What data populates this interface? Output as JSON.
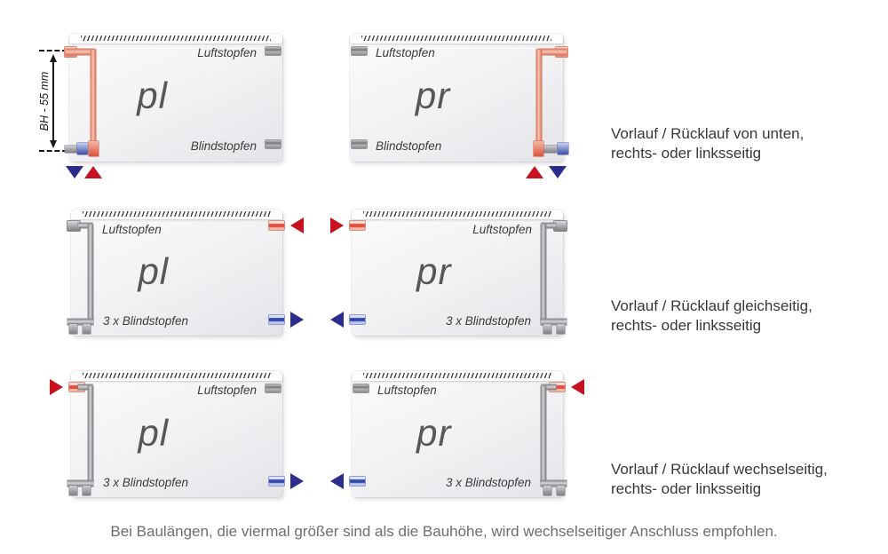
{
  "colors": {
    "vorlauf_red": "#c8101e",
    "ruecklauf_blue": "#2b2d8c",
    "pipe_warm": "#f0907c",
    "pipe_gray": "#a0a0a4",
    "radiator_body": "#ededf0",
    "caption_text": "#383838",
    "footer_text": "#6e6e6e"
  },
  "dimension": {
    "label": "BH - 55 mm"
  },
  "radiators": [
    {
      "type_label": "pl",
      "air_plug_label": "Luftstopfen",
      "blind_plug_label": "Blindstopfen"
    },
    {
      "type_label": "pr",
      "air_plug_label": "Luftstopfen",
      "blind_plug_label": "Blindstopfen"
    },
    {
      "type_label": "pl",
      "air_plug_label": "Luftstopfen",
      "blind_plug_label": "3 x Blindstopfen"
    },
    {
      "type_label": "pr",
      "air_plug_label": "Luftstopfen",
      "blind_plug_label": "3 x Blindstopfen"
    },
    {
      "type_label": "pl",
      "air_plug_label": "Luftstopfen",
      "blind_plug_label": "3 x Blindstopfen"
    },
    {
      "type_label": "pr",
      "air_plug_label": "Luftstopfen",
      "blind_plug_label": "3 x Blindstopfen"
    }
  ],
  "rows": [
    {
      "caption_line1": "Vorlauf / Rücklauf von unten,",
      "caption_line2": "rechts- oder linksseitig"
    },
    {
      "caption_line1": "Vorlauf / Rücklauf gleichseitig,",
      "caption_line2": "rechts- oder linksseitig"
    },
    {
      "caption_line1": "Vorlauf / Rücklauf wechselseitig,",
      "caption_line2": "rechts- oder linksseitig"
    }
  ],
  "footer": "Bei Baulängen, die viermal größer sind als die Bauhöhe, wird wechselseitiger Anschluss empfohlen."
}
